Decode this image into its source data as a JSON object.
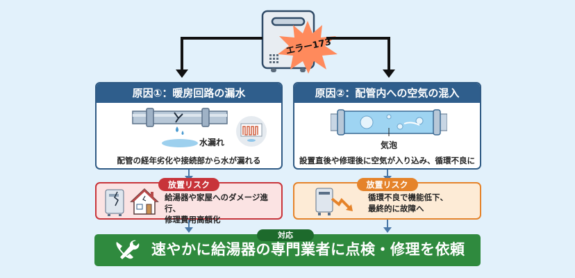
{
  "heater": {
    "error_label": "エラー173"
  },
  "causes": [
    {
      "title": "原因①：暖房回路の漏水",
      "illustration_label": "水漏れ",
      "caption": "配管の経年劣化や接続部から水が漏れる",
      "risk_tag": "放置リスク",
      "risk_lines": [
        "給湯器や家屋へのダメージ進行、",
        "修理費用高額化"
      ]
    },
    {
      "title": "原因②：配管内への空気の混入",
      "illustration_label": "気泡",
      "caption": "設置直後や修理後に空気が入り込み、循環不良に",
      "risk_tag": "放置リスク",
      "risk_lines": [
        "循環不良で機能低下、",
        "最終的に故障へ"
      ]
    }
  ],
  "action": {
    "tag": "対応",
    "text": "速やかに給湯器の専門業者に点検・修理を依頼",
    "icon": "phone-wrench-icon"
  },
  "colors": {
    "background": "#e2f1fb",
    "card_header": "#2f5e8c",
    "risk1_fill": "#fbe3e3",
    "risk1_accent": "#c8343a",
    "risk2_fill": "#fdebd6",
    "risk2_accent": "#e5832a",
    "action_green": "#2f8a3e",
    "burst": "#ff8a5c"
  }
}
